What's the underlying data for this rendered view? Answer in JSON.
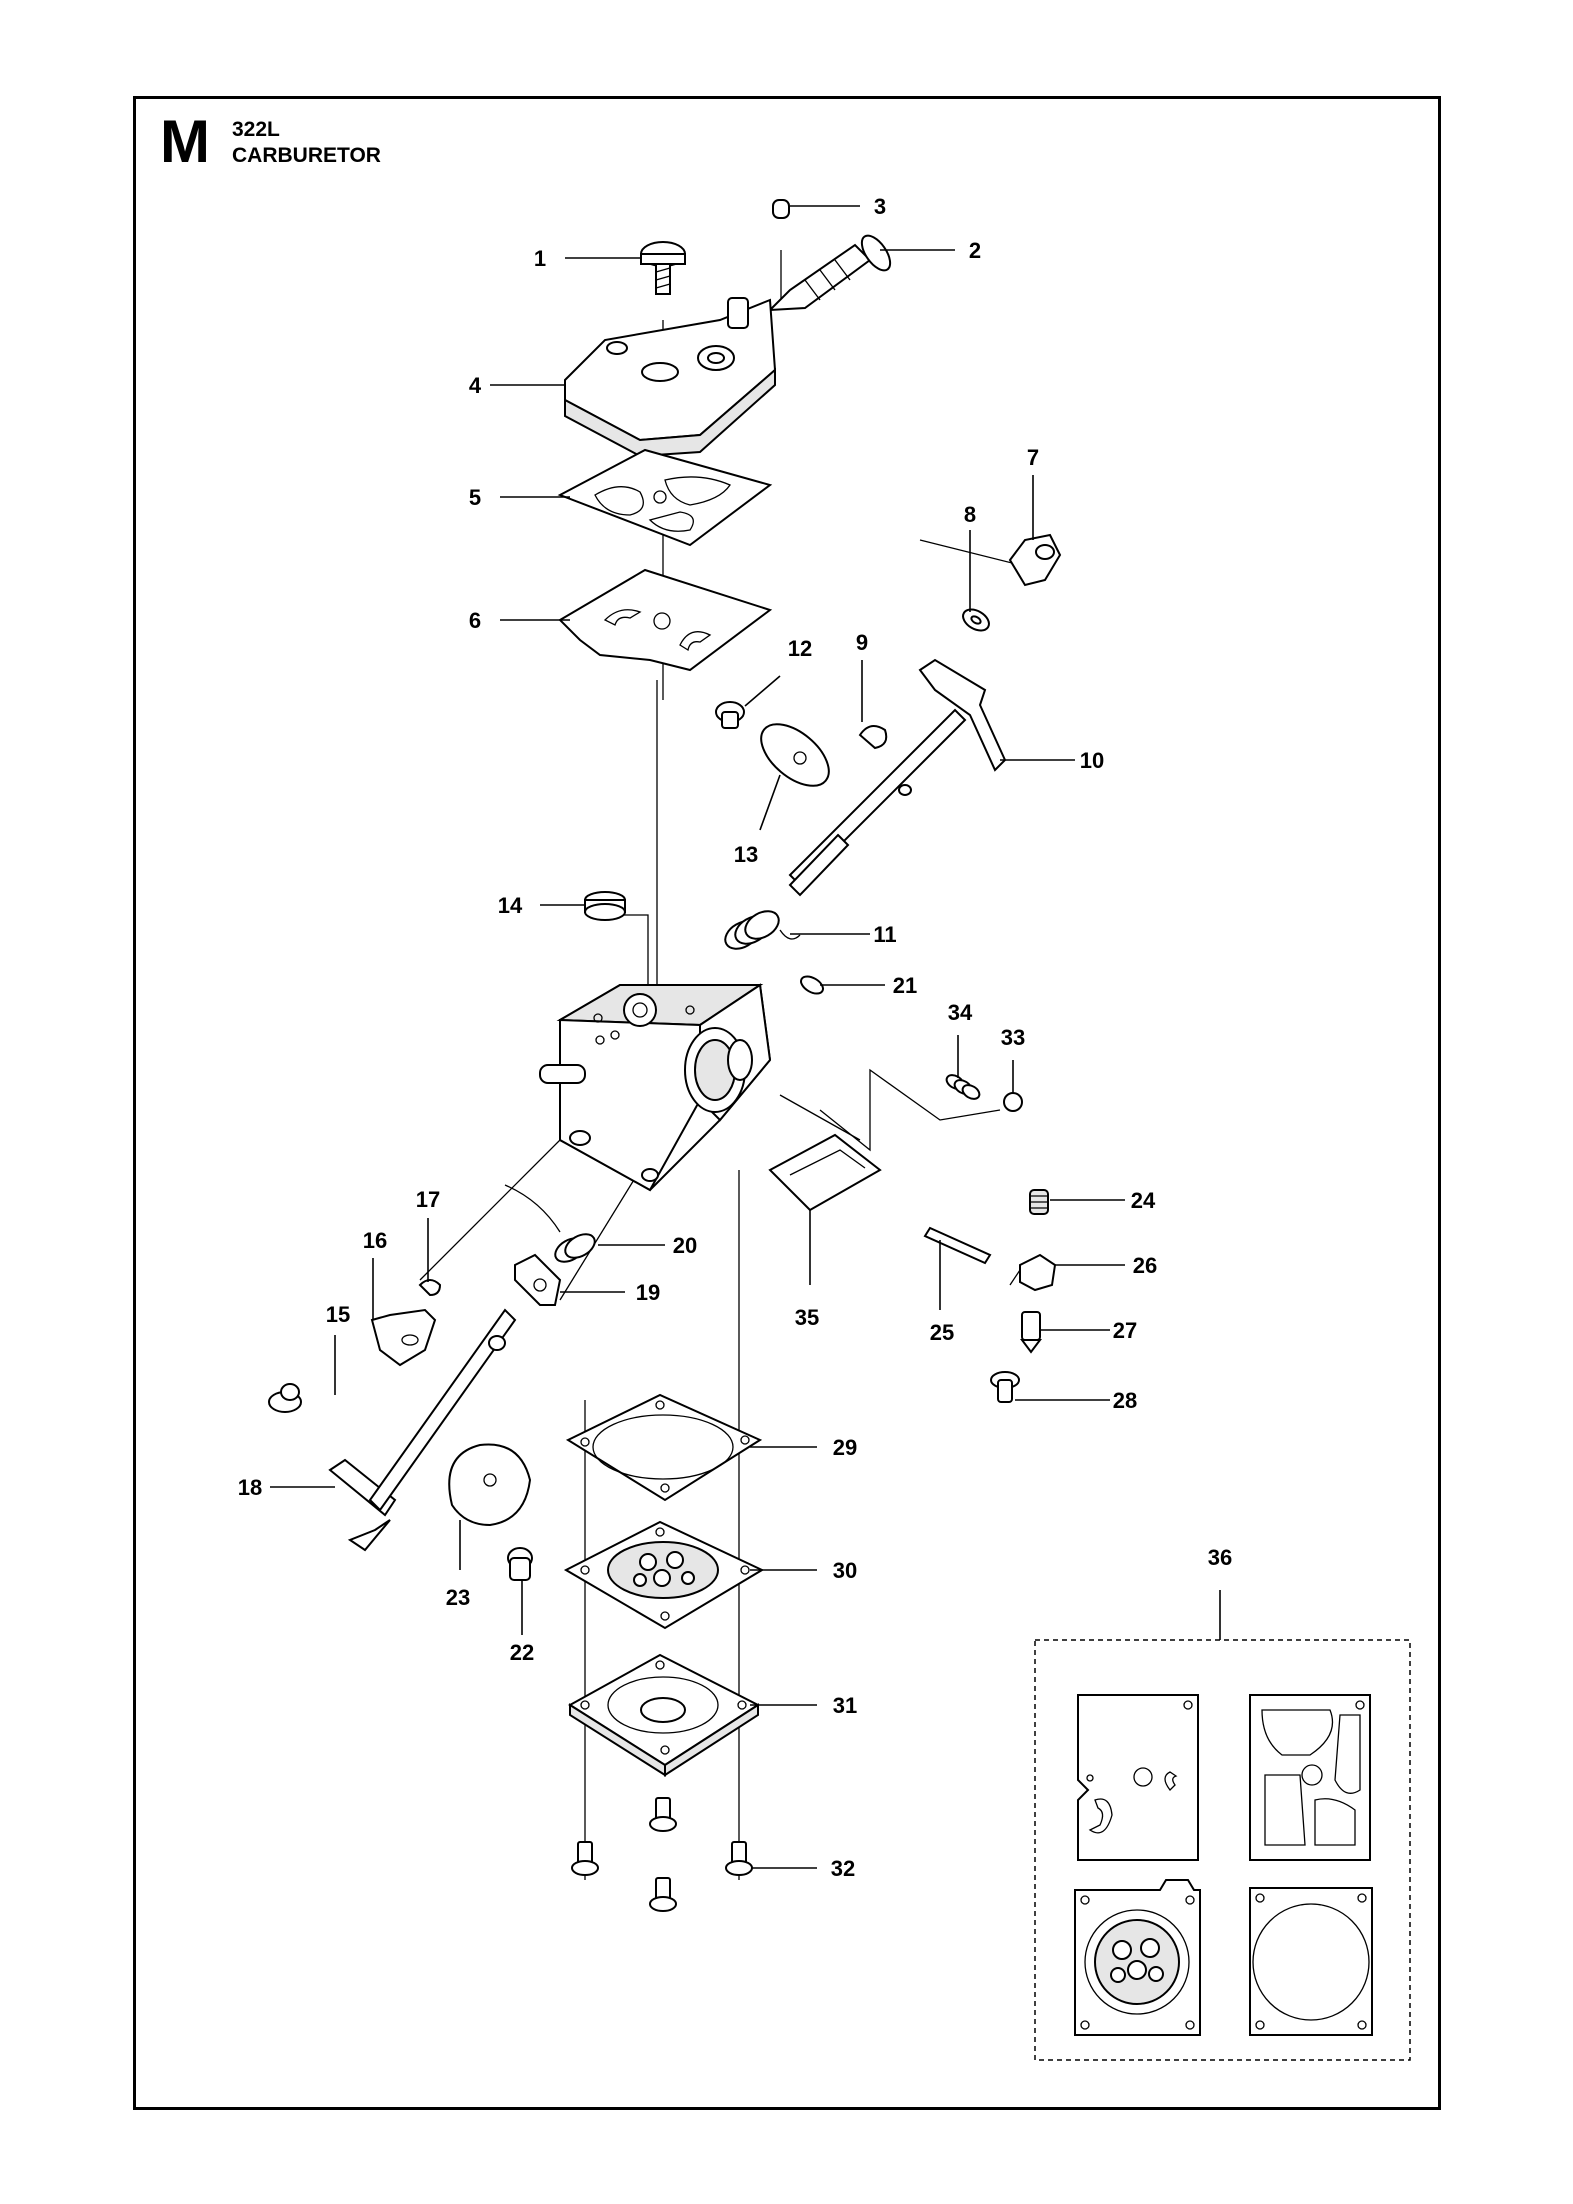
{
  "header": {
    "section_letter": "M",
    "model": "322L",
    "title": "CARBURETOR"
  },
  "callouts": [
    "1",
    "2",
    "3",
    "4",
    "5",
    "6",
    "7",
    "8",
    "9",
    "10",
    "11",
    "12",
    "13",
    "14",
    "15",
    "16",
    "17",
    "18",
    "19",
    "20",
    "21",
    "22",
    "23",
    "24",
    "25",
    "26",
    "27",
    "28",
    "29",
    "30",
    "31",
    "32",
    "33",
    "34",
    "35",
    "36"
  ],
  "parts": [
    {
      "number": "1",
      "icon": "screw-icon"
    },
    {
      "number": "2",
      "icon": "adjustment-screw-icon"
    },
    {
      "number": "3",
      "icon": "cap-icon"
    },
    {
      "number": "4",
      "icon": "pump-cover-icon"
    },
    {
      "number": "5",
      "icon": "pump-gasket-icon"
    },
    {
      "number": "6",
      "icon": "pump-diaphragm-icon"
    },
    {
      "number": "7",
      "icon": "lever-icon"
    },
    {
      "number": "8",
      "icon": "washer-icon"
    },
    {
      "number": "9",
      "icon": "clip-icon"
    },
    {
      "number": "10",
      "icon": "throttle-shaft-icon"
    },
    {
      "number": "11",
      "icon": "spring-icon"
    },
    {
      "number": "12",
      "icon": "screw-icon"
    },
    {
      "number": "13",
      "icon": "throttle-valve-icon"
    },
    {
      "number": "14",
      "icon": "screen-icon"
    },
    {
      "number": "15",
      "icon": "screw-icon"
    },
    {
      "number": "16",
      "icon": "choke-lever-icon"
    },
    {
      "number": "17",
      "icon": "clip-icon"
    },
    {
      "number": "18",
      "icon": "choke-shaft-icon"
    },
    {
      "number": "19",
      "icon": "detent-icon"
    },
    {
      "number": "20",
      "icon": "spring-icon"
    },
    {
      "number": "21",
      "icon": "clip-icon"
    },
    {
      "number": "22",
      "icon": "screw-icon"
    },
    {
      "number": "23",
      "icon": "choke-valve-icon"
    },
    {
      "number": "24",
      "icon": "spring-icon"
    },
    {
      "number": "25",
      "icon": "pin-icon"
    },
    {
      "number": "26",
      "icon": "metering-lever-icon"
    },
    {
      "number": "27",
      "icon": "inlet-needle-icon"
    },
    {
      "number": "28",
      "icon": "screw-icon"
    },
    {
      "number": "29",
      "icon": "gasket-icon"
    },
    {
      "number": "30",
      "icon": "metering-diaphragm-icon"
    },
    {
      "number": "31",
      "icon": "cover-icon"
    },
    {
      "number": "32",
      "icon": "screw-icon"
    },
    {
      "number": "33",
      "icon": "ball-icon"
    },
    {
      "number": "34",
      "icon": "spring-icon"
    },
    {
      "number": "35",
      "icon": "plate-icon"
    },
    {
      "number": "36",
      "icon": "gasket-kit-icon"
    }
  ]
}
